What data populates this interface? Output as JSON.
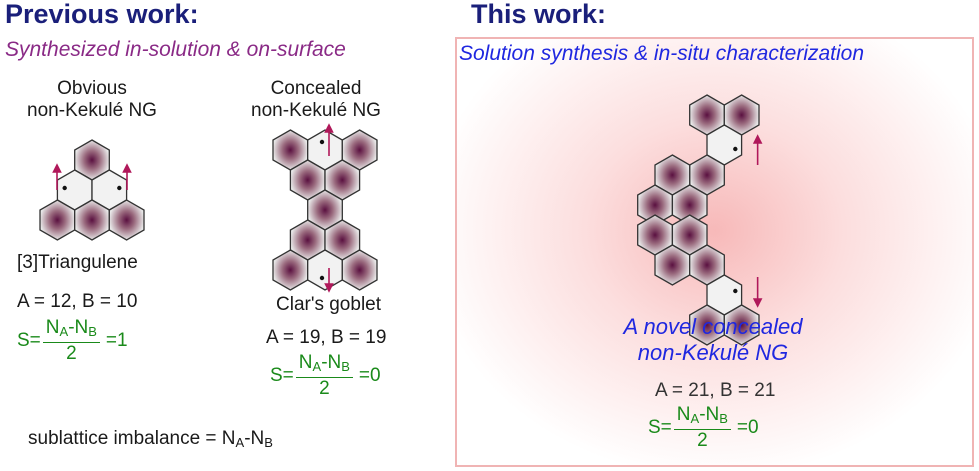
{
  "left": {
    "heading": "Previous work:",
    "subheading": "Synthesized in-solution & on-surface",
    "obvious_title_line1": "Obvious",
    "obvious_title_line2": "non-Kekulé NG",
    "concealed_title_line1": "Concealed",
    "concealed_title_line2": "non-Kekulé NG",
    "triangulene_name": "[3]Triangulene",
    "triangulene_counts": "A = 12, B = 10",
    "triangulene_spin_prefix": "S=",
    "triangulene_spin_value": "=1",
    "goblet_name": "Clar's goblet",
    "goblet_counts": "A = 19, B = 19",
    "goblet_spin_prefix": "S=",
    "goblet_spin_value": "=0",
    "imbalance_text": "sublattice imbalance = N"
  },
  "right": {
    "heading": "This work:",
    "subheading": "Solution synthesis & in-situ characterization",
    "novel_line1": "A novel concealed",
    "novel_line2": "non-Kekulé NG",
    "counts": "A = 21, B = 21",
    "spin_prefix": "S=",
    "spin_value": "=0"
  },
  "formula_parts": {
    "n": "N",
    "sub_a": "A",
    "sub_b": "B",
    "minus": "-",
    "denominator": "2"
  },
  "colors": {
    "heading": "#1a1f7a",
    "left_subheading": "#8a2a86",
    "right_subheading": "#1f27e0",
    "formula": "#1a8a1a",
    "arrow": "#b0185a",
    "panel_border": "#f0b4b4",
    "ring_center": "#5a1040",
    "ring_edge": "#e6e6e6"
  }
}
